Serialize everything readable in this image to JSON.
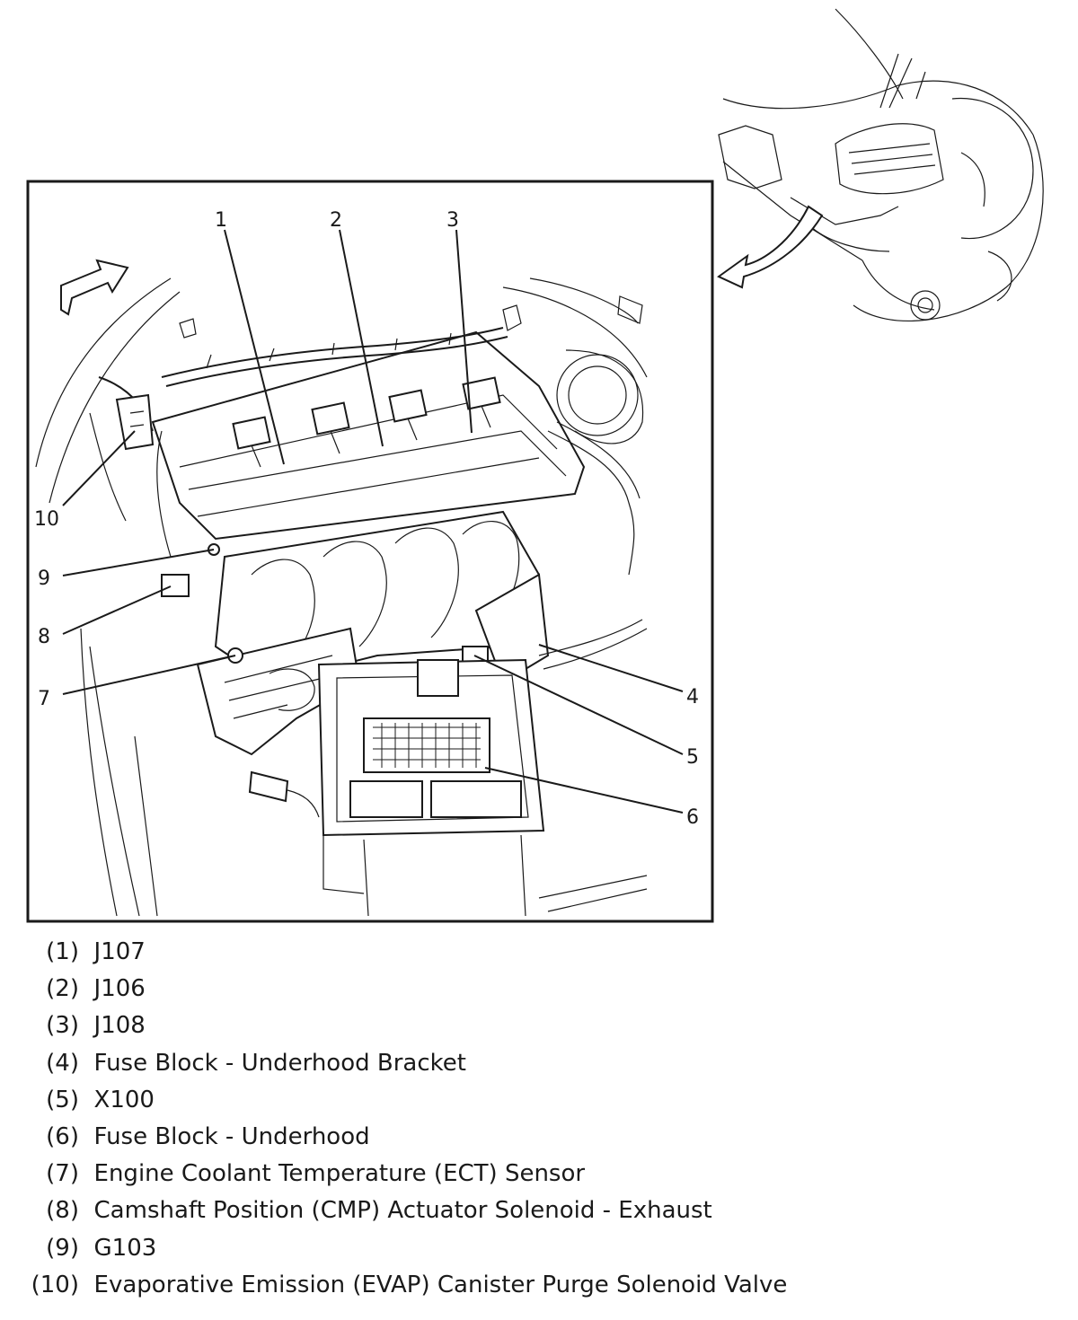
{
  "callouts": [
    "1",
    "2",
    "3",
    "4",
    "5",
    "6",
    "7",
    "8",
    "9",
    "10"
  ],
  "legend": [
    {
      "num": "(1)",
      "label": "J107"
    },
    {
      "num": "(2)",
      "label": "J106"
    },
    {
      "num": "(3)",
      "label": "J108"
    },
    {
      "num": "(4)",
      "label": "Fuse Block - Underhood Bracket"
    },
    {
      "num": "(5)",
      "label": "X100"
    },
    {
      "num": "(6)",
      "label": "Fuse Block - Underhood"
    },
    {
      "num": "(7)",
      "label": "Engine Coolant Temperature (ECT) Sensor"
    },
    {
      "num": "(8)",
      "label": "Camshaft Position (CMP) Actuator Solenoid - Exhaust"
    },
    {
      "num": "(9)",
      "label": "G103"
    },
    {
      "num": "(10)",
      "label": "Evaporative Emission (EVAP) Canister Purge Solenoid Valve"
    }
  ]
}
